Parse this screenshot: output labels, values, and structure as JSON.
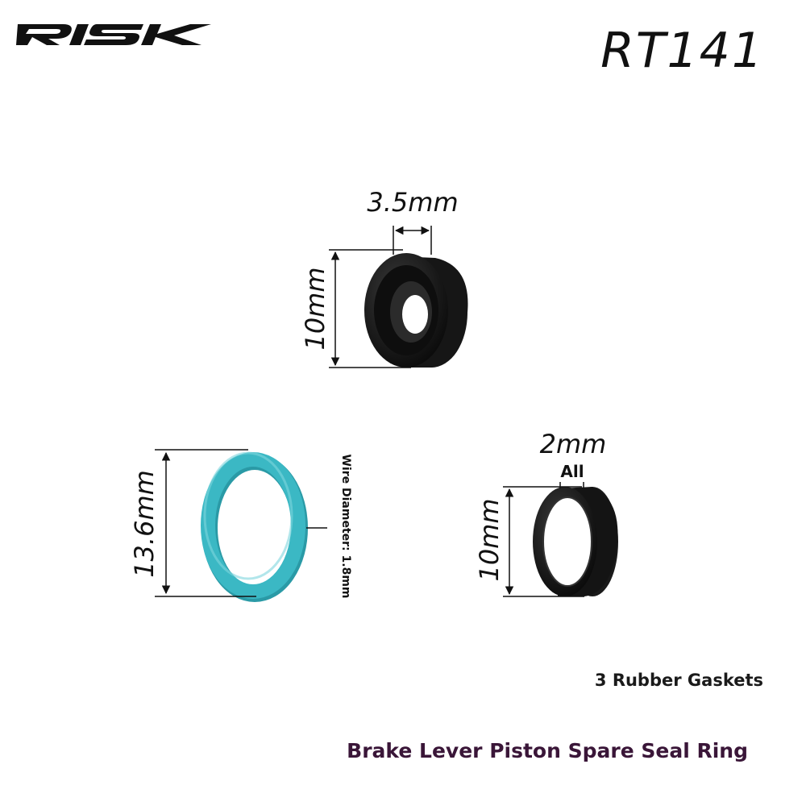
{
  "logo": {
    "text": "RISK"
  },
  "model": "RT141",
  "seal_large": {
    "width_label": "3.5mm",
    "height_label": "10mm",
    "color": "#141414"
  },
  "oring": {
    "height_label": "13.6mm",
    "wire_label": "Wire Diameter: 1.8mm",
    "color": "#3bb8c4"
  },
  "seal_small": {
    "width_label": "2mm",
    "note_label": "All",
    "height_label": "10mm",
    "color": "#141414"
  },
  "captions": {
    "gaskets": "3 Rubber Gaskets",
    "product": "Brake Lever Piston Spare Seal Ring"
  }
}
